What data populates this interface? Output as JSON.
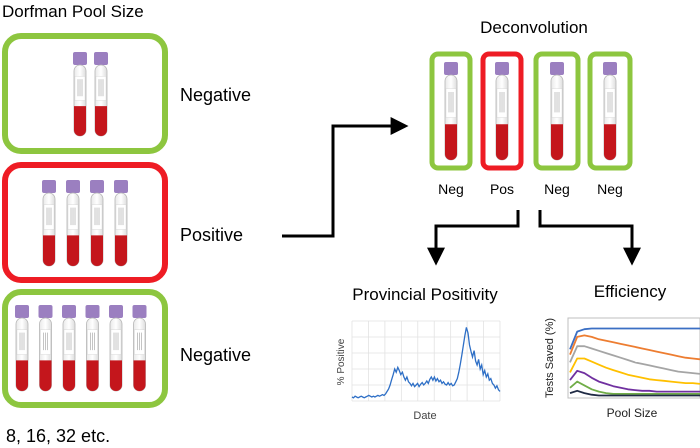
{
  "title": "Dorfman Pool Size",
  "footnote": "8, 16, 32 etc.",
  "colors": {
    "negative": "#8dc63f",
    "positive": "#ee1c24",
    "cap": "#9b7fc0",
    "blood": "#c4161c"
  },
  "pools": [
    {
      "label": "Negative",
      "status": "negative",
      "tubes": 2
    },
    {
      "label": "Positive",
      "status": "positive",
      "tubes": 4
    },
    {
      "label": "Negative",
      "status": "negative",
      "tubes": 6
    }
  ],
  "deconvolution": {
    "title": "Deconvolution",
    "tubes": [
      {
        "label": "Neg",
        "status": "negative"
      },
      {
        "label": "Pos",
        "status": "positive"
      },
      {
        "label": "Neg",
        "status": "negative"
      },
      {
        "label": "Neg",
        "status": "negative"
      }
    ]
  },
  "panels": {
    "positivity": {
      "title": "Provincial Positivity"
    },
    "efficiency": {
      "title": "Efficiency"
    }
  },
  "chart_data": [
    {
      "type": "line",
      "xlabel": "Date",
      "ylabel": "% Positive",
      "grid": true,
      "series": [
        {
          "color": "#2e6fc6",
          "values": [
            0.05,
            0.04,
            0.06,
            0.05,
            0.04,
            0.05,
            0.06,
            0.05,
            0.04,
            0.05,
            0.06,
            0.07,
            0.06,
            0.05,
            0.06,
            0.05,
            0.06,
            0.07,
            0.06,
            0.07,
            0.08,
            0.07,
            0.09,
            0.12,
            0.15,
            0.2,
            0.27,
            0.33,
            0.4,
            0.36,
            0.42,
            0.38,
            0.33,
            0.36,
            0.3,
            0.26,
            0.3,
            0.24,
            0.22,
            0.19,
            0.22,
            0.18,
            0.2,
            0.22,
            0.18,
            0.21,
            0.23,
            0.2,
            0.22,
            0.25,
            0.22,
            0.27,
            0.3,
            0.26,
            0.3,
            0.25,
            0.28,
            0.24,
            0.26,
            0.22,
            0.24,
            0.21,
            0.2,
            0.23,
            0.2,
            0.22,
            0.19,
            0.2,
            0.24,
            0.28,
            0.36,
            0.46,
            0.58,
            0.7,
            0.82,
            0.92,
            0.85,
            0.7,
            0.62,
            0.55,
            0.63,
            0.5,
            0.45,
            0.52,
            0.4,
            0.45,
            0.33,
            0.38,
            0.3,
            0.34,
            0.26,
            0.28,
            0.22,
            0.2,
            0.16,
            0.19,
            0.14,
            0.12
          ]
        }
      ]
    },
    {
      "type": "line",
      "xlabel": "Pool Size",
      "ylabel": "Tests Saved (%)",
      "grid": false,
      "series": [
        {
          "color": "#3b6fc4",
          "values": [
            0.62,
            0.85,
            0.88,
            0.89,
            0.89,
            0.89,
            0.89,
            0.89,
            0.89,
            0.89,
            0.89,
            0.89,
            0.89,
            0.89,
            0.89,
            0.89,
            0.89,
            0.89,
            0.89
          ]
        },
        {
          "color": "#ed7d31",
          "values": [
            0.55,
            0.78,
            0.8,
            0.78,
            0.75,
            0.73,
            0.71,
            0.69,
            0.67,
            0.65,
            0.63,
            0.61,
            0.59,
            0.57,
            0.55,
            0.53,
            0.51,
            0.5,
            0.49
          ]
        },
        {
          "color": "#a5a5a5",
          "values": [
            0.45,
            0.66,
            0.66,
            0.63,
            0.6,
            0.57,
            0.54,
            0.51,
            0.48,
            0.45,
            0.43,
            0.41,
            0.39,
            0.37,
            0.35,
            0.33,
            0.32,
            0.31,
            0.3
          ]
        },
        {
          "color": "#ffc000",
          "values": [
            0.32,
            0.5,
            0.5,
            0.46,
            0.42,
            0.38,
            0.35,
            0.32,
            0.29,
            0.27,
            0.25,
            0.23,
            0.22,
            0.21,
            0.2,
            0.19,
            0.18,
            0.18,
            0.17
          ]
        },
        {
          "color": "#7030a0",
          "values": [
            0.22,
            0.34,
            0.31,
            0.25,
            0.2,
            0.17,
            0.14,
            0.12,
            0.1,
            0.09,
            0.08,
            0.08,
            0.07,
            0.07,
            0.07,
            0.07,
            0.07,
            0.07,
            0.07
          ]
        },
        {
          "color": "#70ad47",
          "values": [
            0.12,
            0.2,
            0.15,
            0.1,
            0.07,
            0.05,
            0.04,
            0.04,
            0.04,
            0.04,
            0.04,
            0.04,
            0.04,
            0.04,
            0.04,
            0.04,
            0.04,
            0.04,
            0.04
          ]
        },
        {
          "color": "#1f2a44",
          "values": [
            0.05,
            0.08,
            0.05,
            0.03,
            0.02,
            0.02,
            0.02,
            0.02,
            0.02,
            0.02,
            0.02,
            0.02,
            0.02,
            0.02,
            0.02,
            0.02,
            0.02,
            0.02,
            0.02
          ]
        }
      ]
    }
  ]
}
